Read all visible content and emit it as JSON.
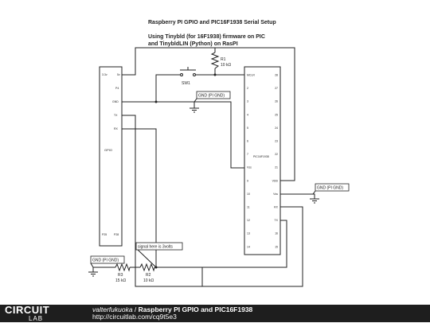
{
  "title": "Raspberry PI GPIO and PIC16F1938 Serial Setup",
  "subtitle_line1": "Using Tinybld (for 16F1938) firmware on PIC",
  "subtitle_line2": "and TinybldLIN (Python) on RasPI",
  "r1": {
    "name": "R1",
    "value": "10 kΩ"
  },
  "sw1": "SW1",
  "r2": {
    "name": "R2",
    "value": "10 kΩ"
  },
  "r3": {
    "name": "R3",
    "value": "15 kΩ"
  },
  "gnd_label": "GND (PI GND)",
  "note": "signal here is 3volts",
  "pi": {
    "name": "GPIO",
    "pins": [
      "3.3v",
      "5v",
      "P4",
      "GND",
      "TX",
      "RX",
      "P25",
      "P28"
    ]
  },
  "pic": {
    "name": "PIC16F1938",
    "left_pins": [
      "MCLR",
      "2",
      "3",
      "4",
      "5",
      "6",
      "7",
      "Vss",
      "9",
      "10",
      "11",
      "12",
      "13",
      "14"
    ],
    "right_pins": [
      "28",
      "27",
      "26",
      "25",
      "24",
      "23",
      "22",
      "21",
      "VDD",
      "Vss",
      "RX",
      "TX",
      "16",
      "15"
    ]
  },
  "footer": {
    "logo_top": "CIRCUIT",
    "logo_bottom": "LAB",
    "author": "valterfukuoka",
    "separator": " / ",
    "project": "Raspberry PI GPIO and PIC16F1938",
    "url": "http://circuitlab.com/cq9t5e3"
  },
  "colors": {
    "ink": "#222222",
    "footer_bg": "#1e1e1e"
  }
}
